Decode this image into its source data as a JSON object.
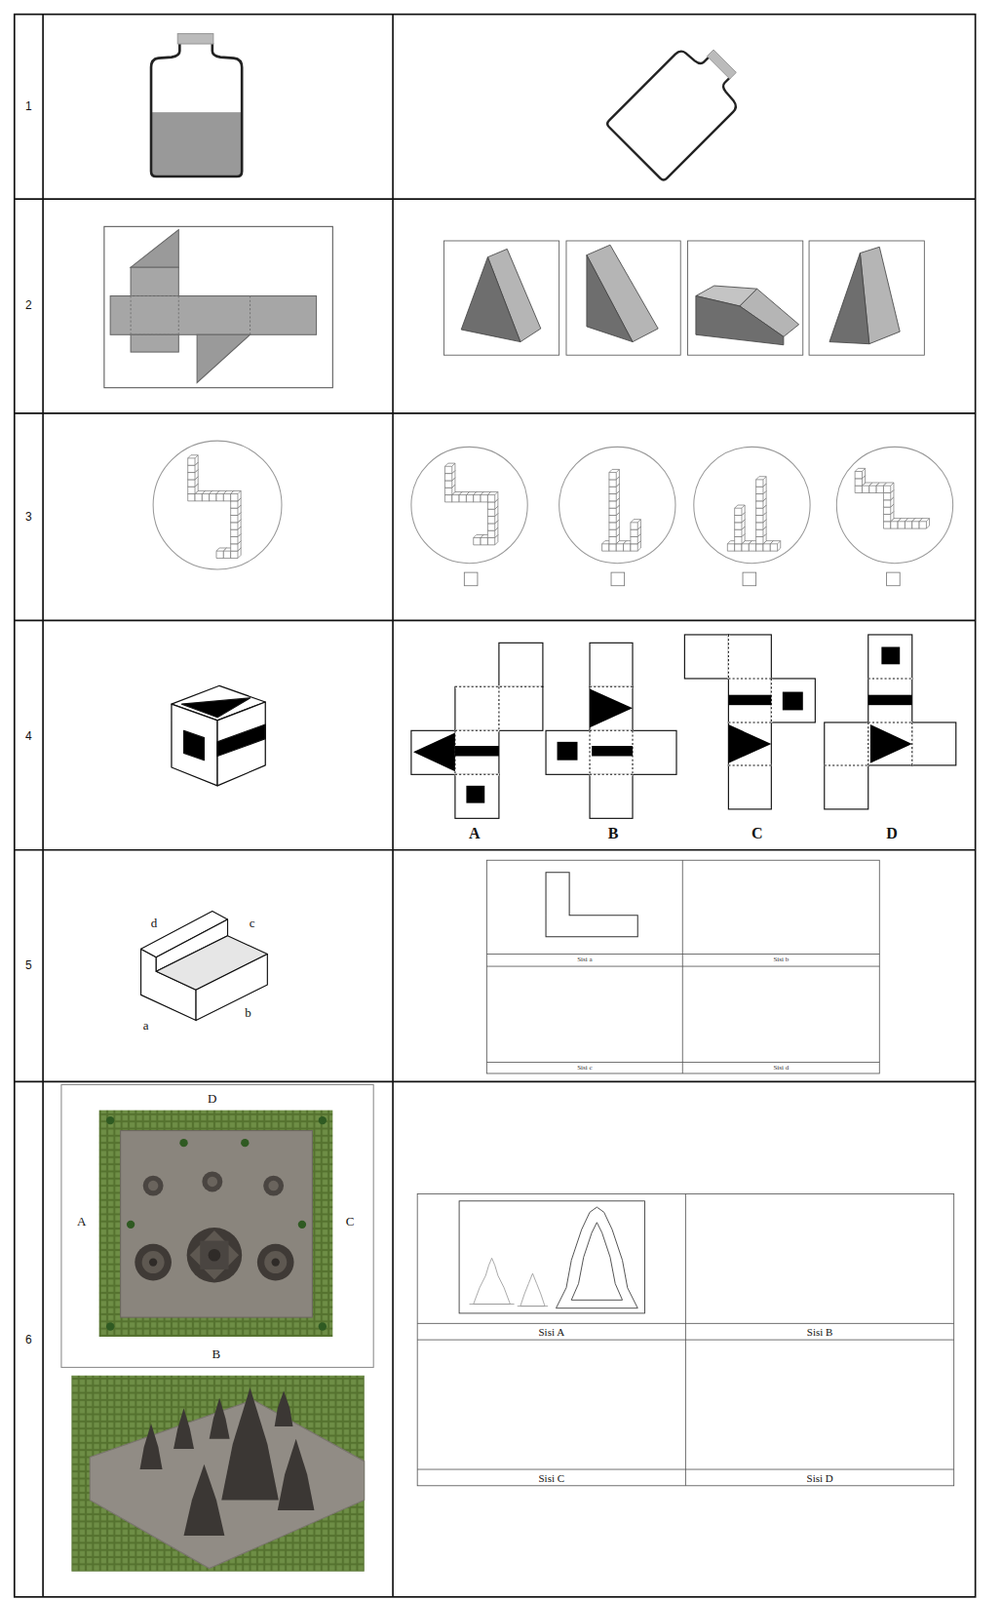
{
  "diagram": {
    "nodes": [
      {
        "text": [
          "Sisi a"
        ]
      },
      {
        "text": [
          "Sisi b"
        ]
      },
      {
        "text": [
          "Sisi c"
        ]
      },
      {
        "text": [
          "Sisi d"
        ]
      },
      {
        "text": [
          "Sisi A"
        ]
      },
      {
        "text": [
          "Sisi B"
        ]
      },
      {
        "text": [
          "Sisi C"
        ]
      },
      {
        "text": [
          "Sisi D"
        ]
      }
    ],
    "labels": [
      "1",
      "2",
      "3",
      "4",
      "5",
      "6",
      "A",
      "B",
      "C",
      "D",
      "d",
      "c",
      "a",
      "b",
      "D",
      "A",
      "C",
      "B"
    ]
  }
}
